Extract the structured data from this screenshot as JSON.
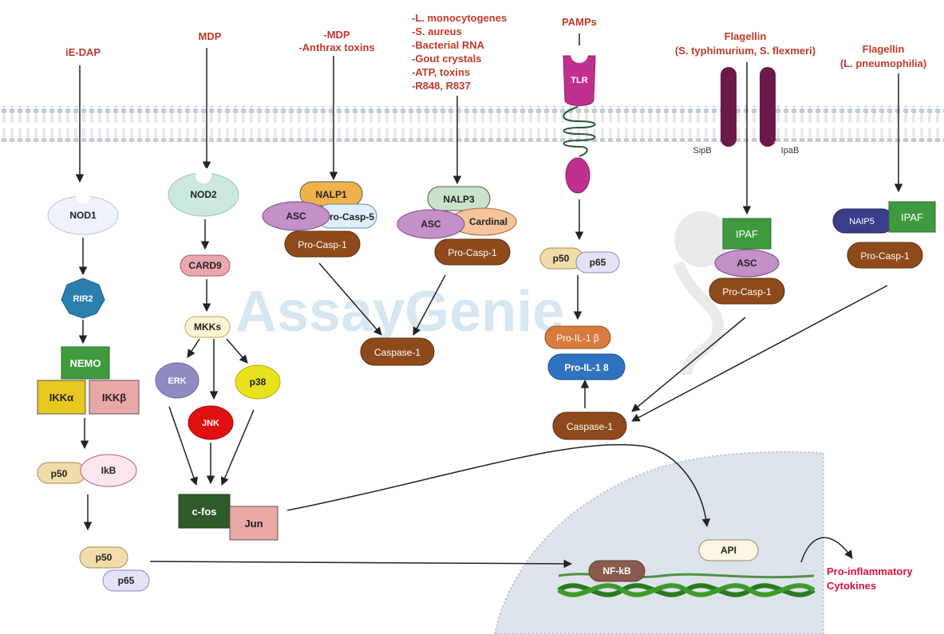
{
  "watermark": "AssayGenie",
  "ligands": {
    "iedap": "iE-DAP",
    "mdp": "MDP",
    "mdp_anthrax_1": "-MDP",
    "mdp_anthrax_2": "-Anthrax toxins",
    "nalp3_lines": [
      "-L. monocytogenes",
      "-S. aureus",
      "-Bacterial RNA",
      "-Gout crystals",
      "-ATP,  toxins",
      "-R848, R837"
    ],
    "pamps": "PAMPs",
    "flagellin_s_1": "Flagellin",
    "flagellin_s_2": "(S. typhimurium, S. flexmeri)",
    "flagellin_l_1": "Flagellin",
    "flagellin_l_2": "(L. pneumophilia)"
  },
  "nodes": {
    "nod1": "NOD1",
    "rir2": "RIR2",
    "nemo": "NEMO",
    "ikka": "IKKα",
    "ikkb": "IKKβ",
    "p50": "p50",
    "ikb": "IkB",
    "p65": "p65",
    "nod2": "NOD2",
    "card9": "CARD9",
    "mkks": "MKKs",
    "erk": "ERK",
    "p38": "p38",
    "jnk": "JNK",
    "cfos": "c-fos",
    "jun": "Jun",
    "nalp1": "NALP1",
    "asc": "ASC",
    "procasp5": "Pro-Casp-5",
    "procasp1": "Pro-Casp-1",
    "caspase1": "Caspase-1",
    "nalp3": "NALP3",
    "cardinal": "Cardinal",
    "tlr": "TLR",
    "proil1b": "Pro-IL-1 β",
    "proil18": "Pro-IL-1 8",
    "sipb": "SipB",
    "ipab": "IpaB",
    "ipaf": "IPAF",
    "naip5": "NAIP5",
    "nfkb": "NF-kB",
    "api": "API",
    "cytokines_1": "Pro-inflammatory",
    "cytokines_2": "Cytokines"
  },
  "colors": {
    "ligand": "#c0392b",
    "nemo": "#3f9a3f",
    "ikka": "#e7c820",
    "ikkb": "#eaa7a7",
    "procasp": "#8e4a1b",
    "nalp1": "#f0b24a",
    "asc": "#c391c8",
    "tlr": "#c0308f",
    "flagellin_channel": "#6b1a4a",
    "cfos": "#2f5a2a",
    "jnk": "#e01010",
    "p38": "#e8e21a",
    "erk": "#8e8cc3",
    "dna": "#2a7a1f",
    "cytokines": "#e01040"
  }
}
